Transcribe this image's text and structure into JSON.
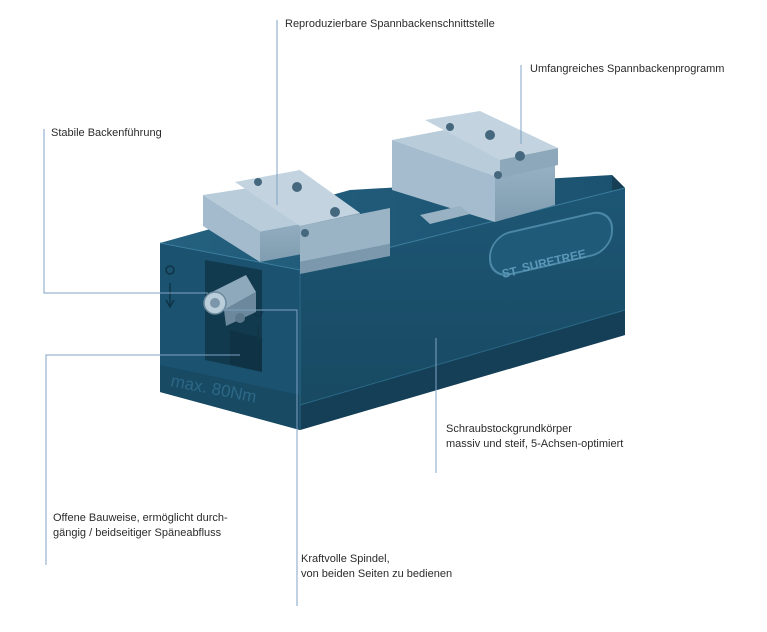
{
  "colors": {
    "body_top": "#1d5470",
    "body_front": "#1a4f6a",
    "body_side": "#153f55",
    "jaw_light": "#a9c1d2",
    "jaw_mid": "#8aa6b9",
    "jaw_dark": "#6d8ba0",
    "leader_line": "#7fa3c4",
    "text": "#2b2b2b"
  },
  "callouts": {
    "reproducible_interface": "Reproduzierbare Spannbackenschnittstelle",
    "jaw_program": "Umfangreiches Spannbackenprogramm",
    "jaw_guide": "Stabile Backenführung",
    "base_body": {
      "line1": "Schraubstockgrundkörper",
      "line2": "massiv und steif, 5-Achsen-optimiert"
    },
    "open_design": {
      "line1": "Offene Bauweise, ermöglicht durch-",
      "line2": "gängig / beidseitiger Späneabfluss"
    },
    "spindle": {
      "line1": "Kraftvolle Spindel,",
      "line2": "von beiden Seiten zu bedienen"
    }
  },
  "product": {
    "torque_marking": "max. 80Nm",
    "nameplate": "SURETREE",
    "nameplate_mark": "ST"
  }
}
